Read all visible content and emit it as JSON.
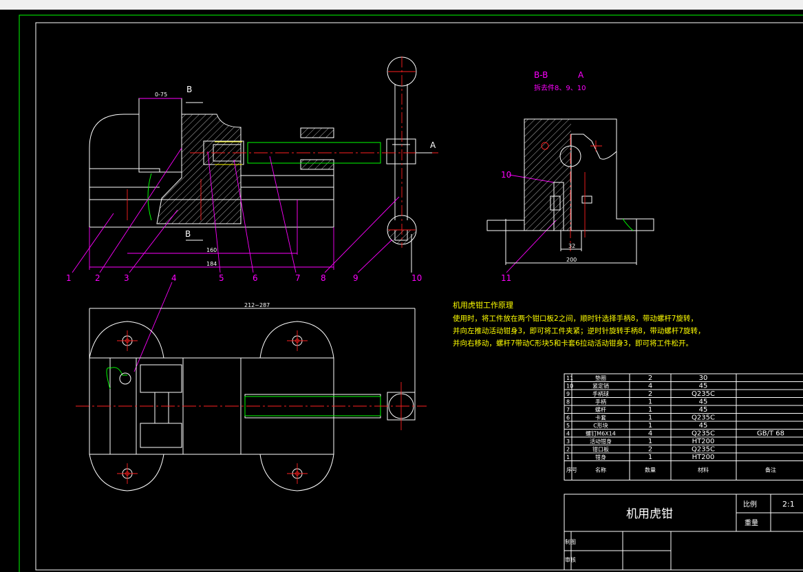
{
  "views": {
    "section_label": "B-B",
    "view_a_label": "A",
    "removed_parts_note": "拆去件8、9、10",
    "arrow_b": "B",
    "arrow_a": "A",
    "dims": {
      "jaw": "0-75",
      "d1": "160",
      "d2": "184",
      "d3": "212~287",
      "d4": "200",
      "d5": "32"
    },
    "leaders": [
      "1",
      "2",
      "3",
      "4",
      "5",
      "6",
      "7",
      "8",
      "9",
      "10",
      "11"
    ]
  },
  "notes": {
    "title": "机用虎钳工作原理",
    "lines": [
      "使用时，将工件放在两个钳口板2之间，顺时针选择手柄8，带动螺杆7旋转，",
      "并向左推动活动钳身3，即可将工件夹紧；逆时针旋转手柄8，带动螺杆7旋转，",
      "并向右移动，螺杆7带动C形块5和卡套6拉动活动钳身3，即可将工件松开。"
    ]
  },
  "bom": {
    "rows": [
      {
        "no": "11",
        "name": "垫圈",
        "qty": "2",
        "mat": "30",
        "note": ""
      },
      {
        "no": "10",
        "name": "紧定销",
        "qty": "4",
        "mat": "45",
        "note": ""
      },
      {
        "no": "9",
        "name": "手柄球",
        "qty": "2",
        "mat": "Q235C",
        "note": ""
      },
      {
        "no": "8",
        "name": "手柄",
        "qty": "1",
        "mat": "45",
        "note": ""
      },
      {
        "no": "7",
        "name": "螺杆",
        "qty": "1",
        "mat": "45",
        "note": ""
      },
      {
        "no": "6",
        "name": "卡套",
        "qty": "1",
        "mat": "Q235C",
        "note": ""
      },
      {
        "no": "5",
        "name": "C形块",
        "qty": "1",
        "mat": "45",
        "note": ""
      },
      {
        "no": "4",
        "name": "螺钉M6X14",
        "qty": "4",
        "mat": "Q235C",
        "note": "GB/T 68"
      },
      {
        "no": "3",
        "name": "活动钳身",
        "qty": "1",
        "mat": "HT200",
        "note": ""
      },
      {
        "no": "2",
        "name": "钳口板",
        "qty": "2",
        "mat": "Q235C",
        "note": ""
      },
      {
        "no": "1",
        "name": "钳身",
        "qty": "1",
        "mat": "HT200",
        "note": ""
      }
    ],
    "header": {
      "no": "序号",
      "name": "名称",
      "qty": "数量",
      "mat": "材料",
      "note": "备注"
    },
    "title": "机用虎钳",
    "scale_label": "比例",
    "scale_value": "2:1",
    "weight_label": "重量",
    "sign_labels": [
      "制图",
      "审核"
    ]
  }
}
